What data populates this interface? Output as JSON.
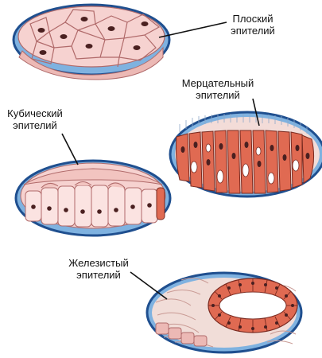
{
  "labels": {
    "squamous": {
      "line1": "Плоский",
      "line2": "эпителий"
    },
    "ciliated": {
      "line1": "Мерцательный",
      "line2": "эпителий"
    },
    "cuboidal": {
      "line1": "Кубический",
      "line2": "эпителий"
    },
    "glandular": {
      "line1": "Железистый",
      "line2": "эпителий"
    }
  },
  "colors": {
    "oval_outline": "#1f4f8f",
    "oval_fill": "#7fb2e0",
    "cell_pink": "#f6d2d0",
    "cell_outline": "#b06a6a",
    "cell_red": "#e06a52",
    "nucleus": "#4a2020",
    "leader_line": "#111111"
  }
}
